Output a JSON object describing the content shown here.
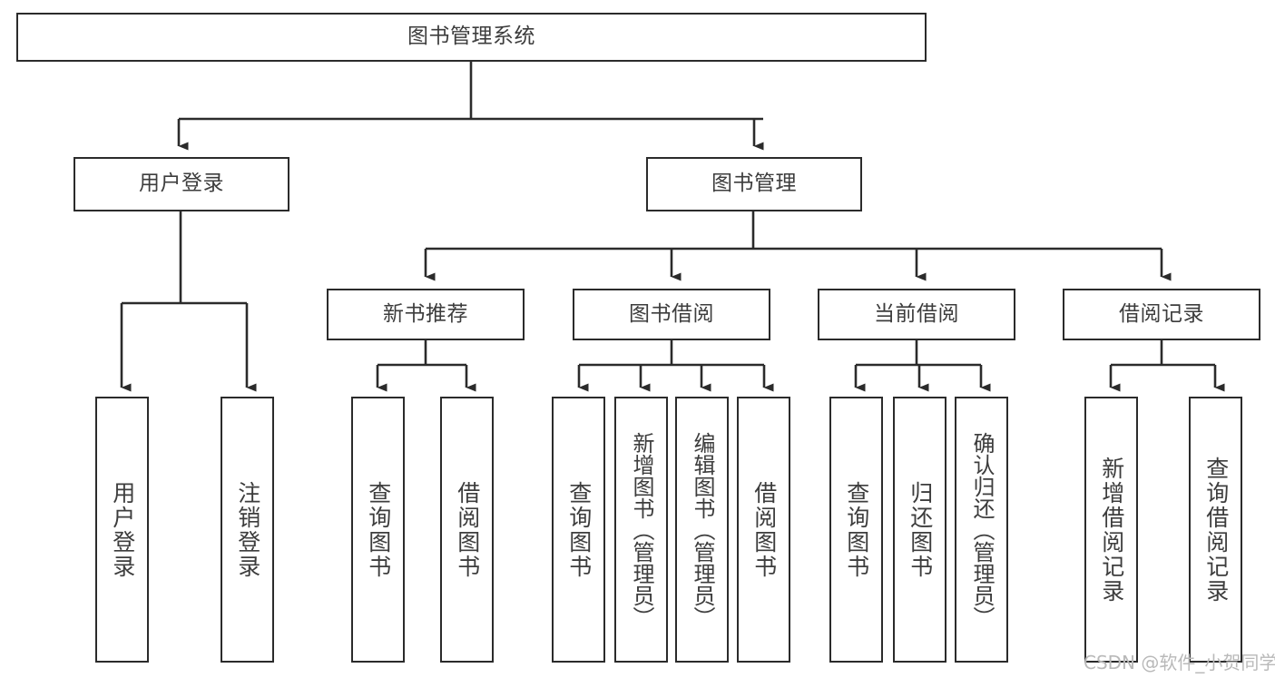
{
  "diagram": {
    "title": "图书管理系统",
    "type": "tree-hierarchy-chart",
    "orientation": "top-down",
    "colors": {
      "box_border": "#2b2b2b",
      "box_fill": "#ffffff",
      "text": "#3d3d3d",
      "edge": "#2b2b2b",
      "background": "#ffffff",
      "watermark": "#b9b9b9"
    }
  },
  "nodes": {
    "root": {
      "label": "图书管理系统"
    },
    "level2": [
      {
        "label": "用户登录"
      },
      {
        "label": "图书管理"
      }
    ],
    "level3": [
      {
        "label": "新书推荐"
      },
      {
        "label": "图书借阅"
      },
      {
        "label": "当前借阅"
      },
      {
        "label": "借阅记录"
      }
    ],
    "level4": [
      {
        "label": "用户登录",
        "parent": "用户登录"
      },
      {
        "label": "注销登录",
        "parent": "用户登录"
      },
      {
        "label": "查询图书",
        "parent": "新书推荐"
      },
      {
        "label": "借阅图书",
        "parent": "新书推荐"
      },
      {
        "label": "查询图书",
        "parent": "图书借阅"
      },
      {
        "label": "新增图书（管理员）",
        "parent": "图书借阅"
      },
      {
        "label": "编辑图书（管理员）",
        "parent": "图书借阅"
      },
      {
        "label": "借阅图书",
        "parent": "图书借阅"
      },
      {
        "label": "查询图书",
        "parent": "当前借阅"
      },
      {
        "label": "归还图书",
        "parent": "当前借阅"
      },
      {
        "label": "确认归还（管理员）",
        "parent": "当前借阅"
      },
      {
        "label": "新增借阅记录",
        "parent": "借阅记录"
      },
      {
        "label": "查询借阅记录",
        "parent": "借阅记录"
      }
    ]
  },
  "watermark": {
    "text": "CSDN @软件_小贺同学"
  }
}
